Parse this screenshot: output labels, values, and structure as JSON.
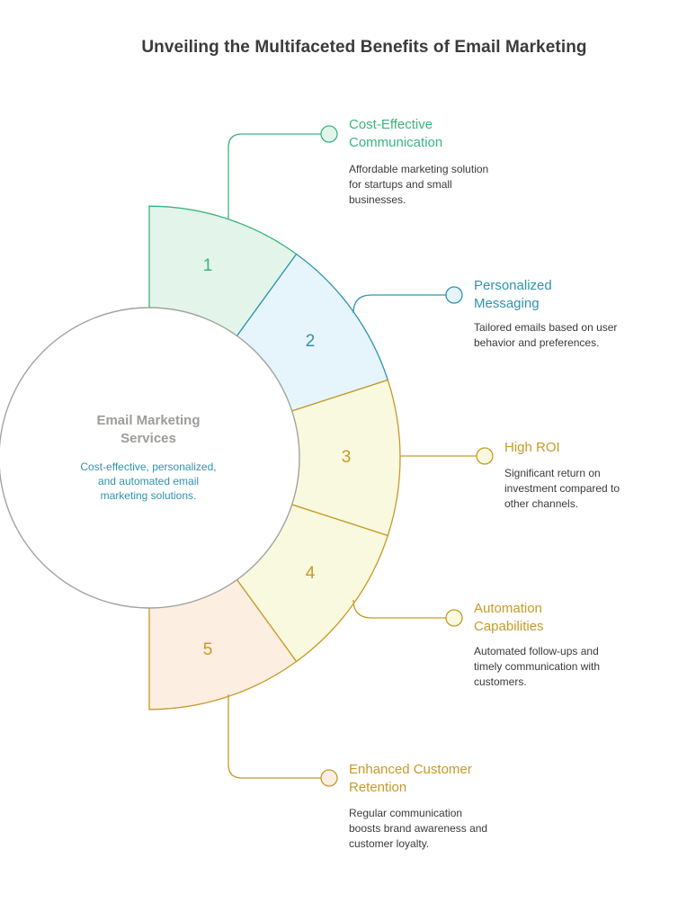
{
  "title": "Unveiling the Multifaceted Benefits of Email Marketing",
  "center": {
    "title_line1": "Email Marketing",
    "title_line2": "Services",
    "desc_line1": "Cost-effective, personalized,",
    "desc_line2": "and automated email",
    "desc_line3": "marketing solutions."
  },
  "benefits": [
    {
      "number": "1",
      "title_line1": "Cost-Effective",
      "title_line2": "Communication",
      "desc_line1": "Affordable marketing solution",
      "desc_line2": "for startups and small",
      "desc_line3": "businesses.",
      "color": "#3bb47e",
      "fill": "#e3f5ea"
    },
    {
      "number": "2",
      "title_line1": "Personalized",
      "title_line2": "Messaging",
      "desc_line1": "Tailored emails based on user",
      "desc_line2": "behavior and preferences.",
      "color": "#2e93b0",
      "fill": "#e6f5fb"
    },
    {
      "number": "3",
      "title_line1": "High ROI",
      "desc_line1": "Significant return on",
      "desc_line2": "investment compared to",
      "desc_line3": "other channels.",
      "color": "#c79a27",
      "fill": "#f8f9de"
    },
    {
      "number": "4",
      "title_line1": "Automation",
      "title_line2": "Capabilities",
      "desc_line1": "Automated follow-ups and",
      "desc_line2": "timely communication with",
      "desc_line3": "customers.",
      "color": "#c79a27",
      "fill": "#f8f9de"
    },
    {
      "number": "5",
      "title_line1": "Enhanced Customer",
      "title_line2": "Retention",
      "desc_line1": "Regular communication",
      "desc_line2": "boosts brand awareness and",
      "desc_line3": "customer loyalty.",
      "color": "#c79a27",
      "fill": "#fdeee2"
    }
  ],
  "colors": {
    "center_circle_stroke": "#a0a39f",
    "center_title": "#9a9e99",
    "center_desc": "#2e93b0",
    "title": "#3b3b3b"
  }
}
